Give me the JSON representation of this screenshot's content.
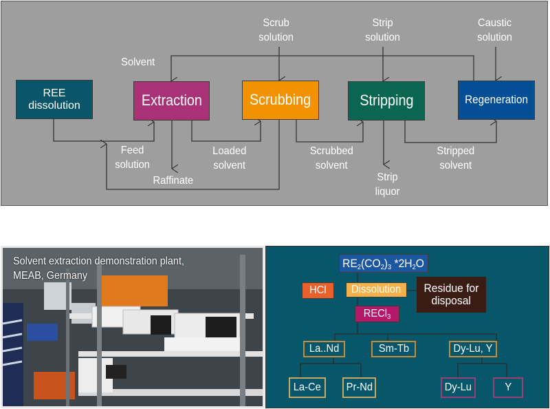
{
  "process_flow": {
    "colors": {
      "background": "#9e9e9e",
      "line": "#333333",
      "ree_dissolution": "#0b5569",
      "extraction": "#a93276",
      "scrubbing": "#f39200",
      "stripping": "#0a6650",
      "regeneration": "#034e95"
    },
    "stages": [
      {
        "id": "ree-dissolution",
        "label_line1": "REE",
        "label_line2": "dissolution"
      },
      {
        "id": "extraction",
        "label": "Extraction"
      },
      {
        "id": "scrubbing",
        "label": "Scrubbing"
      },
      {
        "id": "stripping",
        "label": "Stripping"
      },
      {
        "id": "regeneration",
        "label": "Regeneration"
      }
    ],
    "streams": {
      "solvent": "Solvent",
      "scrub_solution": [
        "Scrub",
        "solution"
      ],
      "strip_solution": [
        "Strip",
        "solution"
      ],
      "caustic_solution": [
        "Caustic",
        "solution"
      ],
      "feed_solution": [
        "Feed",
        "solution"
      ],
      "raffinate": "Raffinate",
      "loaded_solvent": [
        "Loaded",
        "solvent"
      ],
      "scrubbed_solvent": [
        "Scrubbed",
        "solvent"
      ],
      "strip_liquor": [
        "Strip",
        "liquor"
      ],
      "stripped_solvent": [
        "Stripped",
        "solvent"
      ]
    }
  },
  "photo": {
    "caption_line1": "Solvent extraction demonstration plant,",
    "caption_line2": "MEAB, Germany"
  },
  "separation_tree": {
    "colors": {
      "background": "#08566a",
      "carbonate": "#1c56a0",
      "hcl": "#e8612c",
      "dissolution": "#f4b04a",
      "residue": "#3a1c14",
      "recl3": "#b5186a",
      "group_border": "#c98a3a",
      "leaf_border_light": "#c9a866",
      "leaf_border_purple": "#9a3e78"
    },
    "carbonate": {
      "base": "RE",
      "sub1": "2",
      "mid": "(CO",
      "sub2": "2",
      "close": ")",
      "sub3": "3",
      "tail": " *2H",
      "sub4": "2",
      "end": "O"
    },
    "hcl": "HCl",
    "dissolution": "Dissolution",
    "residue_line1": "Residue for",
    "residue_line2": "disposal",
    "recl3": {
      "base": "RECl",
      "sub": "3"
    },
    "groups": [
      "La..Nd",
      "Sm-Tb",
      "Dy-Lu, Y"
    ],
    "leaves": [
      "La-Ce",
      "Pr-Nd",
      "Dy-Lu",
      "Y"
    ]
  }
}
